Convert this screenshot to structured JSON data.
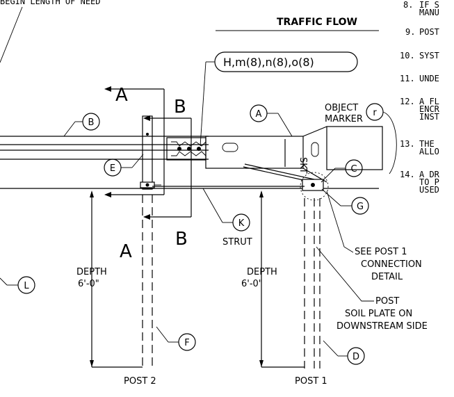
{
  "header_text": "BEGIN LENGTH OF NEED",
  "traffic_flow": "TRAFFIC FLOW",
  "parts_callout": "H,m(8),n(8),o(8)",
  "section_marks": {
    "a_top": "A",
    "a_bottom": "A",
    "b_top": "B",
    "b_bottom": "B"
  },
  "bubbles": {
    "A": "A",
    "B": "B",
    "C": "C",
    "D": "D",
    "E": "E",
    "F": "F",
    "G": "G",
    "K": "K",
    "L": "L",
    "r": "r"
  },
  "object_marker": [
    "OBJECT",
    "MARKER"
  ],
  "terminal_label": "SKT",
  "strut": "STRUT",
  "depth_left": [
    "DEPTH",
    "6'-0\""
  ],
  "depth_right": [
    "DEPTH",
    "6'-0\""
  ],
  "see_post": [
    "SEE POST 1",
    "CONNECTION",
    "DETAIL"
  ],
  "post_soil": [
    "POST",
    "SOIL PLATE ON",
    "DOWNSTREAM SIDE"
  ],
  "post2": "POST 2",
  "post1": "POST 1",
  "notes": [
    {
      "num": "8.",
      "lines": [
        "IF S",
        "MANU"
      ]
    },
    {
      "num": "9.",
      "lines": [
        "POST"
      ]
    },
    {
      "num": "10.",
      "lines": [
        "SYST"
      ]
    },
    {
      "num": "11.",
      "lines": [
        "UNDE"
      ]
    },
    {
      "num": "12.",
      "lines": [
        "A FL",
        "ENCR",
        "INST"
      ]
    },
    {
      "num": "13.",
      "lines": [
        "THE",
        "ALLO"
      ]
    },
    {
      "num": "14.",
      "lines": [
        "A DR",
        "TO P",
        "USED"
      ]
    }
  ]
}
